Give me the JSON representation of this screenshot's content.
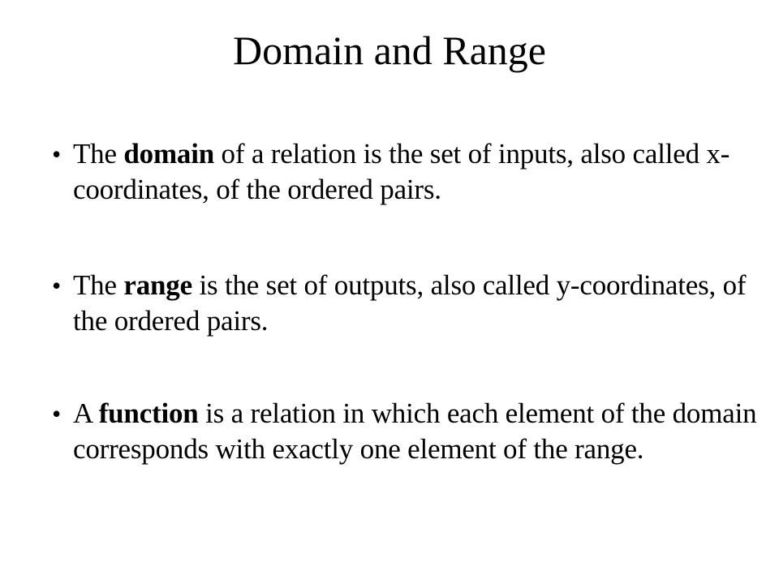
{
  "slide": {
    "title": "Domain and Range",
    "bullets": [
      {
        "pre": "The ",
        "term": "domain",
        "post": " of a relation is the set of inputs, also called x-coordinates, of the ordered pairs."
      },
      {
        "pre": "The ",
        "term": "range",
        "post": " is the set of outputs, also called y-coordinates, of the ordered pairs."
      },
      {
        "pre": "A ",
        "term": "function",
        "post": " is a relation in which each element of the domain corresponds with exactly one element of the range."
      }
    ],
    "bullet_glyph": "•",
    "colors": {
      "background": "#ffffff",
      "text": "#000000"
    }
  }
}
